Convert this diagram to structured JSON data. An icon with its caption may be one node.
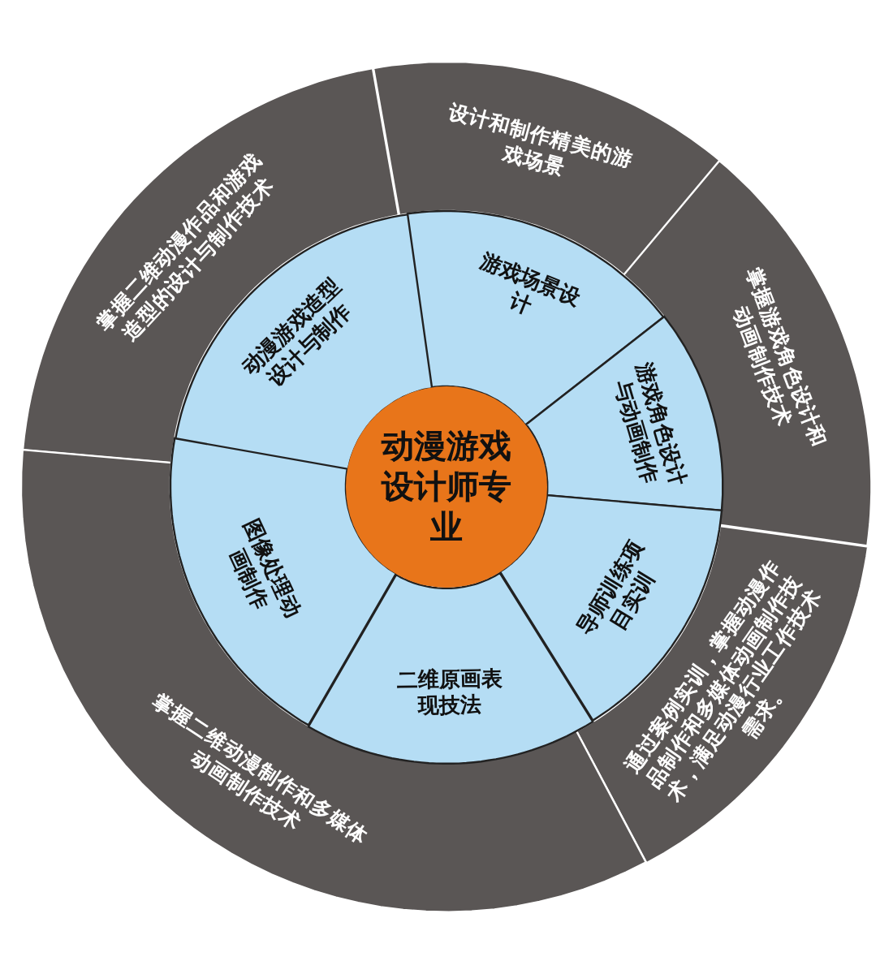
{
  "diagram": {
    "nodes": [
      {
        "text": [
          "动漫游戏设计师专业"
        ]
      },
      {
        "text": [
          "动漫游戏造型设计与制作"
        ]
      },
      {
        "text": [
          "游戏场景设计"
        ]
      },
      {
        "text": [
          "游戏角色设计与动画制作"
        ]
      },
      {
        "text": [
          "导师训练项目实训"
        ]
      },
      {
        "text": [
          "二维原画表现技法"
        ]
      },
      {
        "text": [
          "图像处理动画制作"
        ]
      },
      {
        "text": [
          "掌握二维动漫作品和游戏造型的设计与制作技术"
        ]
      },
      {
        "text": [
          "设计和制作精美的游戏场景"
        ]
      },
      {
        "text": [
          "掌握游戏角色设计和动画制作技术"
        ]
      },
      {
        "text": [
          "通过案例实训，掌握动漫作品制作和多媒体动画制作技术，满足动漫行业工作技术需求。"
        ]
      },
      {
        "text": [
          "掌握二维动漫制作和多媒体动画制作技术"
        ]
      }
    ]
  }
}
